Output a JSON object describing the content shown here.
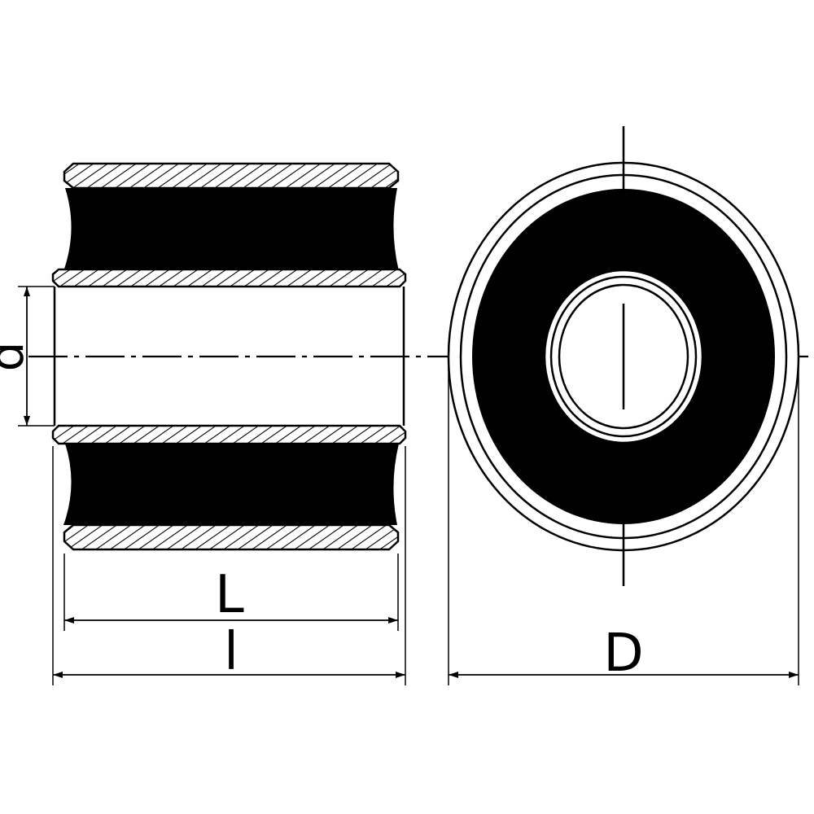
{
  "drawing": {
    "labels": {
      "d": "d",
      "L": "L",
      "l": "l",
      "D": "D"
    }
  }
}
